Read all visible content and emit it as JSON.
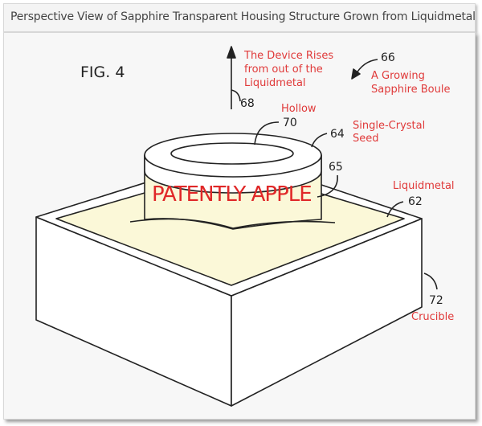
{
  "title": "Perspective View of Sapphire Transparent Housing Structure Grown from Liquidmetal",
  "figure_label": "FIG. 4",
  "watermark": "PATENTLY APPLE",
  "reference_numbers": {
    "n62": "62",
    "n64": "64",
    "n65": "65",
    "n66": "66",
    "n68": "68",
    "n70": "70",
    "n72": "72"
  },
  "annotations": {
    "device_rises": [
      "The Device Rises",
      "from out of the",
      "Liquidmetal"
    ],
    "boule": [
      "A Growing",
      "Sapphire Boule"
    ],
    "hollow": "Hollow",
    "seed": [
      "Single-Crystal",
      "Seed"
    ],
    "liquidmetal": "Liquidmetal",
    "crucible": "Crucible"
  },
  "colors": {
    "annotation": "#e03a3a",
    "liquid": "#fbf8d8",
    "line": "#222222"
  }
}
